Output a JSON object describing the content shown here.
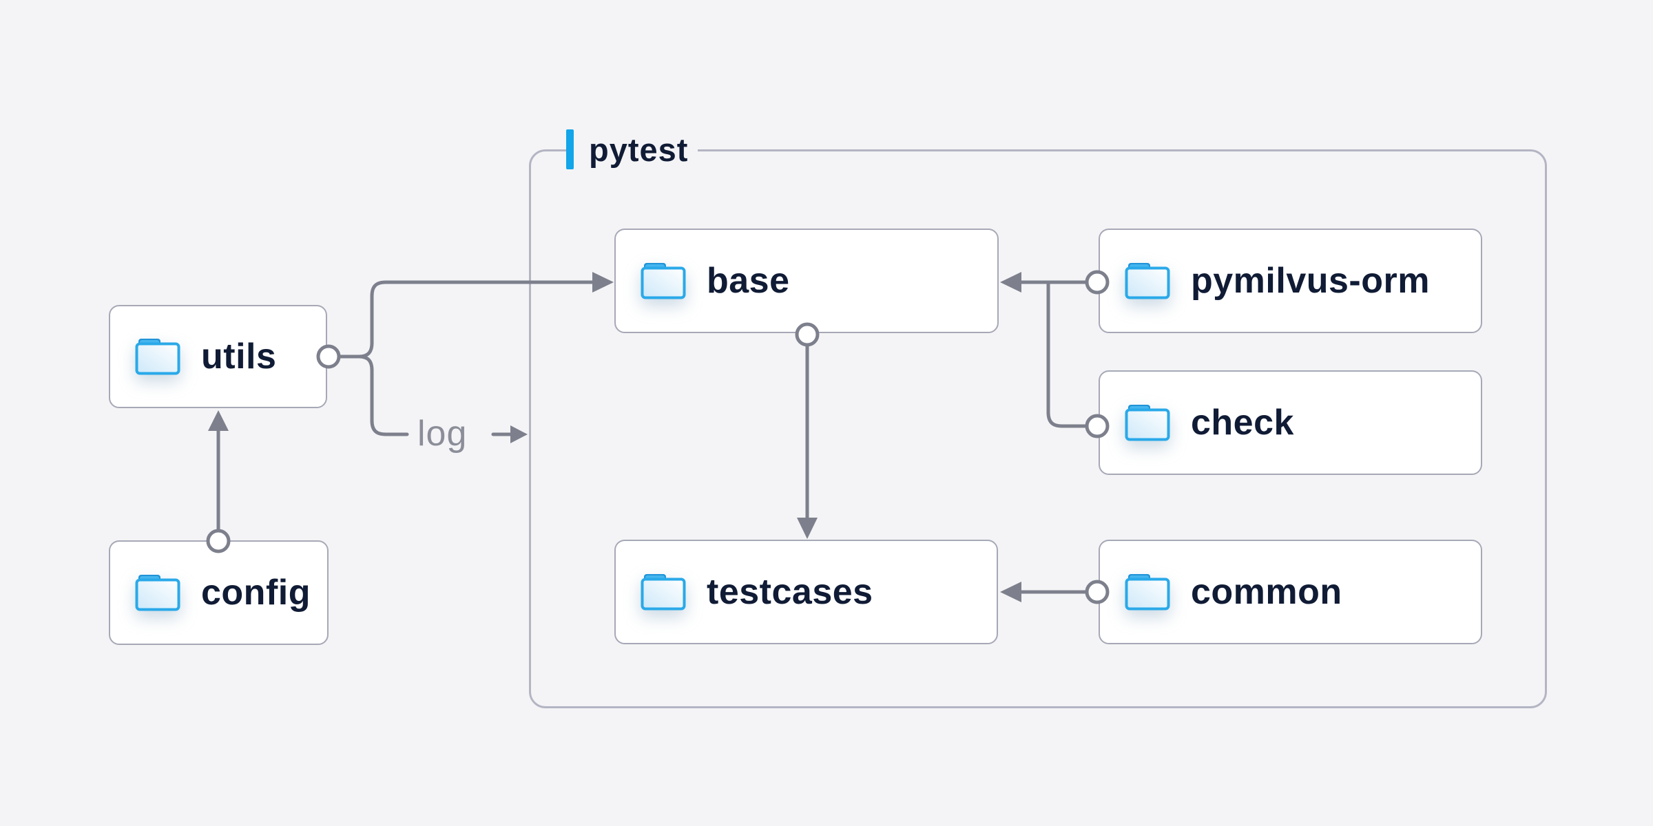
{
  "group": {
    "label": "pytest",
    "accent_color": "#12a5e9",
    "border_color": "#b4b5c3"
  },
  "nodes": {
    "utils": {
      "label": "utils"
    },
    "config": {
      "label": "config"
    },
    "base": {
      "label": "base"
    },
    "pymilvus-orm": {
      "label": "pymilvus-orm"
    },
    "check": {
      "label": "check"
    },
    "testcases": {
      "label": "testcases"
    },
    "common": {
      "label": "common"
    }
  },
  "edge_labels": {
    "log": "log"
  },
  "edges": [
    {
      "from": "config",
      "to": "utils"
    },
    {
      "from": "utils",
      "to": "base"
    },
    {
      "from": "utils",
      "to": "log"
    },
    {
      "from": "pymilvus-orm",
      "to": "base"
    },
    {
      "from": "check",
      "to": "base"
    },
    {
      "from": "base",
      "to": "testcases"
    },
    {
      "from": "common",
      "to": "testcases"
    }
  ],
  "colors": {
    "background": "#f4f4f6",
    "connector": "#7d808c",
    "node_border": "#a6a8b6",
    "node_text": "#101b35",
    "folder_blue": "#29a9e9",
    "edge_label_gray": "#8b8e99"
  }
}
